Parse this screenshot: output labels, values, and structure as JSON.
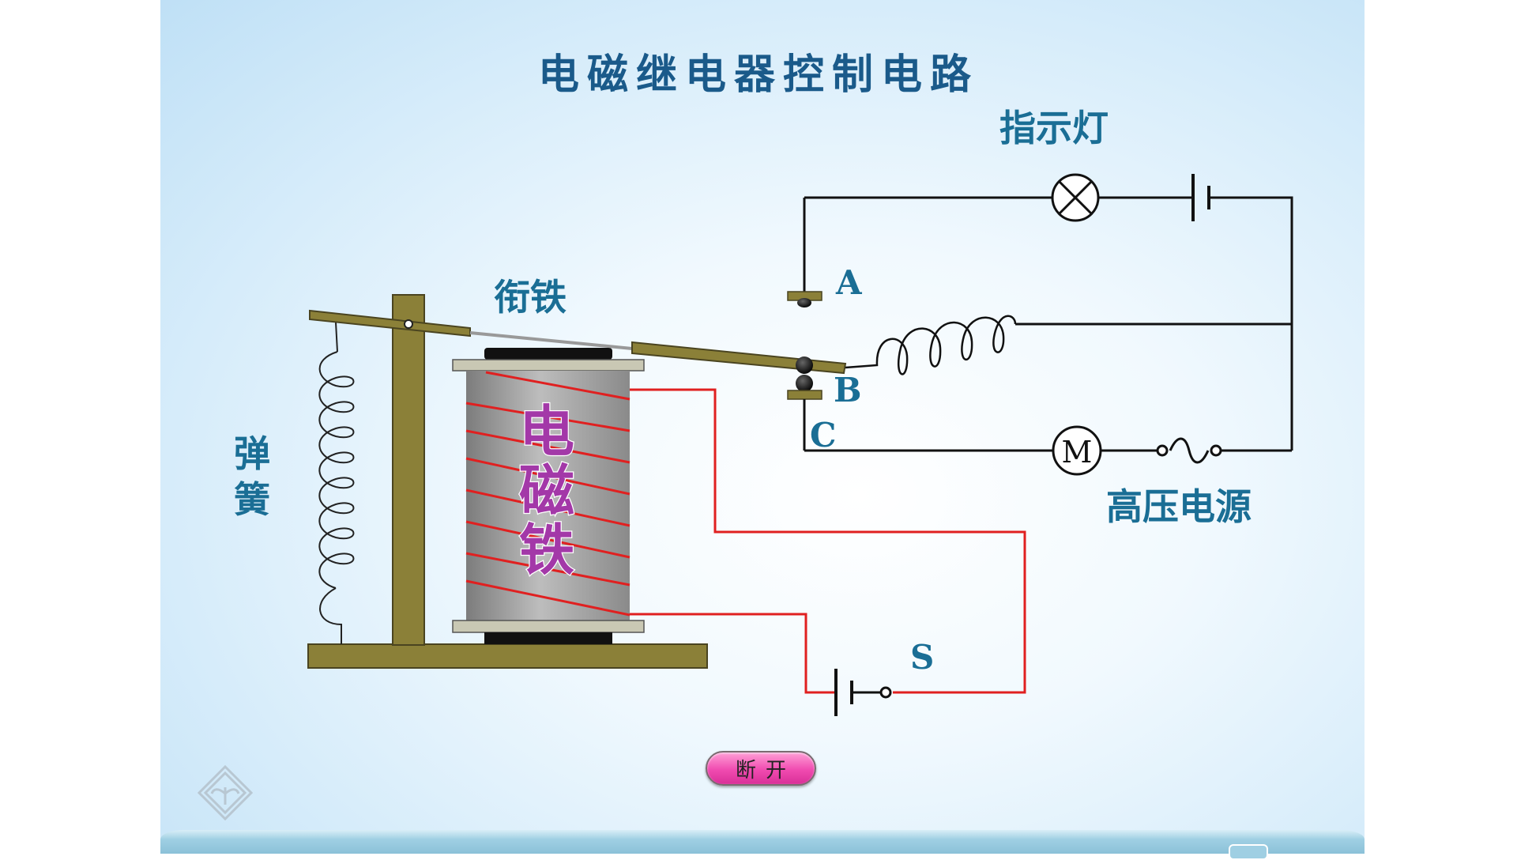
{
  "title": "电磁继电器控制电路",
  "labels": {
    "indicator_lamp": "指示灯",
    "armature": "衔铁",
    "spring": "弹簧",
    "electromagnet": "电磁铁",
    "high_voltage_source": "高压电源",
    "contact_a": "A",
    "contact_b": "B",
    "contact_c": "C",
    "switch_s": "S",
    "motor": "M"
  },
  "controls": {
    "toggle_label": "断开"
  },
  "icons": {
    "logo": "logo-icon",
    "lamp": "lamp-icon",
    "motor": "motor-icon",
    "battery": "battery-icon",
    "ac_source": "ac-source-icon"
  },
  "colors": {
    "title": "#1a5a8a",
    "label": "#1a6e95",
    "core_label": "#a338a8",
    "control_wire": "#e02020",
    "button": "#f04bb0",
    "wood": "#8b8038"
  }
}
